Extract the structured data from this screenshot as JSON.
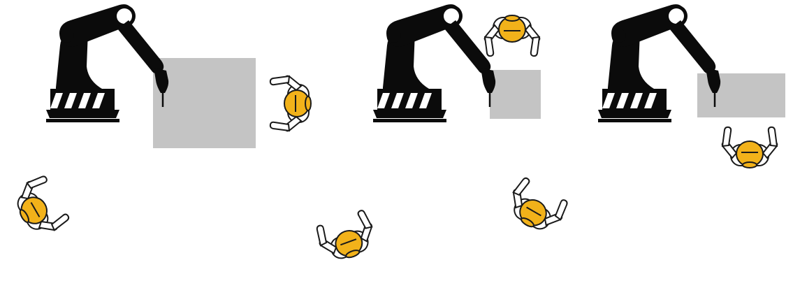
{
  "colors": {
    "robot": "#0b0b0b",
    "robot_highlight": "#ffffff",
    "work_zone": "#c4c4c4",
    "helmet": "#f2b21a",
    "helmet_outline": "#1a1a1a",
    "worker_body": "#ffffff",
    "background": "#ffffff"
  },
  "icons": {
    "robot": "industrial-robot-arm-icon",
    "worker": "worker-hardhat-topdown-icon"
  },
  "scenes": [
    {
      "name": "scene-1",
      "robot": true,
      "work_zone": "large",
      "workers": [
        "worker-right-of-zone",
        "worker-lower-left"
      ]
    },
    {
      "name": "scene-2",
      "robot": true,
      "work_zone": "small",
      "workers": [
        "worker-above-zone",
        "worker-lower-left",
        "worker-lower-right"
      ]
    },
    {
      "name": "scene-3",
      "robot": true,
      "work_zone": "wide-short",
      "workers": [
        "worker-below-zone"
      ]
    }
  ]
}
